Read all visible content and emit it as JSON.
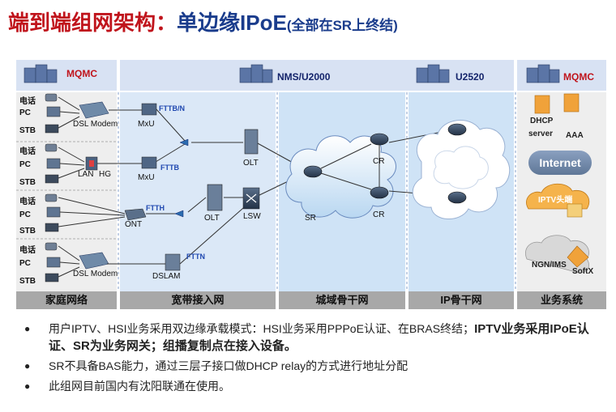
{
  "title": {
    "main": "端到端组网架构：",
    "sub": "单边缘IPoE",
    "note": "(全部在SR上终结)"
  },
  "mgmt": {
    "left": "MQMC",
    "nms": "NMS/U2000",
    "u2520": "U2520",
    "right": "MQMC"
  },
  "zones": [
    "家庭网络",
    "宽带接入网",
    "城域骨干网",
    "IP骨干网",
    "业务系统"
  ],
  "home": {
    "row1": [
      "电话",
      "PC",
      "STB",
      "DSL Modem"
    ],
    "row2": [
      "电话",
      "PC",
      "STB",
      "LAN",
      "HG"
    ],
    "row3": [
      "电话",
      "PC",
      "STB",
      "ONT"
    ],
    "row4": [
      "电话",
      "PC",
      "STB",
      "DSL Modem"
    ]
  },
  "access": {
    "fttbn": "FTTB/N",
    "fttb": "FTTB",
    "ftth": "FTTH",
    "fttn": "FTTN",
    "mxu": "MxU",
    "olt": "OLT",
    "lsw": "LSW",
    "dslam": "DSLAM"
  },
  "metro": {
    "sr": "SR",
    "cr": "CR"
  },
  "services": {
    "dhcp": "DHCP",
    "server": "server",
    "aaa": "AAA",
    "internet": "Internet",
    "iptv": "IPTV头端",
    "ngn": "NGN/IMS",
    "softx": "SoftX"
  },
  "colors": {
    "title_red": "#c0141c",
    "title_blue": "#1a3c8c",
    "link_blue": "#2048b0"
  },
  "bullets": {
    "b1_normal": "用户IPTV、HSI业务采用双边缘承载模式：HSI业务采用PPPoE认证、在BRAS终结；",
    "b1_bold": "IPTV业务采用IPoE认证、SR为业务网关；组播复制点在接入设备。",
    "b2": "SR不具备BAS能力，通过三层子接口做DHCP relay的方式进行地址分配",
    "b3": "此组网目前国内有沈阳联通在使用。"
  }
}
